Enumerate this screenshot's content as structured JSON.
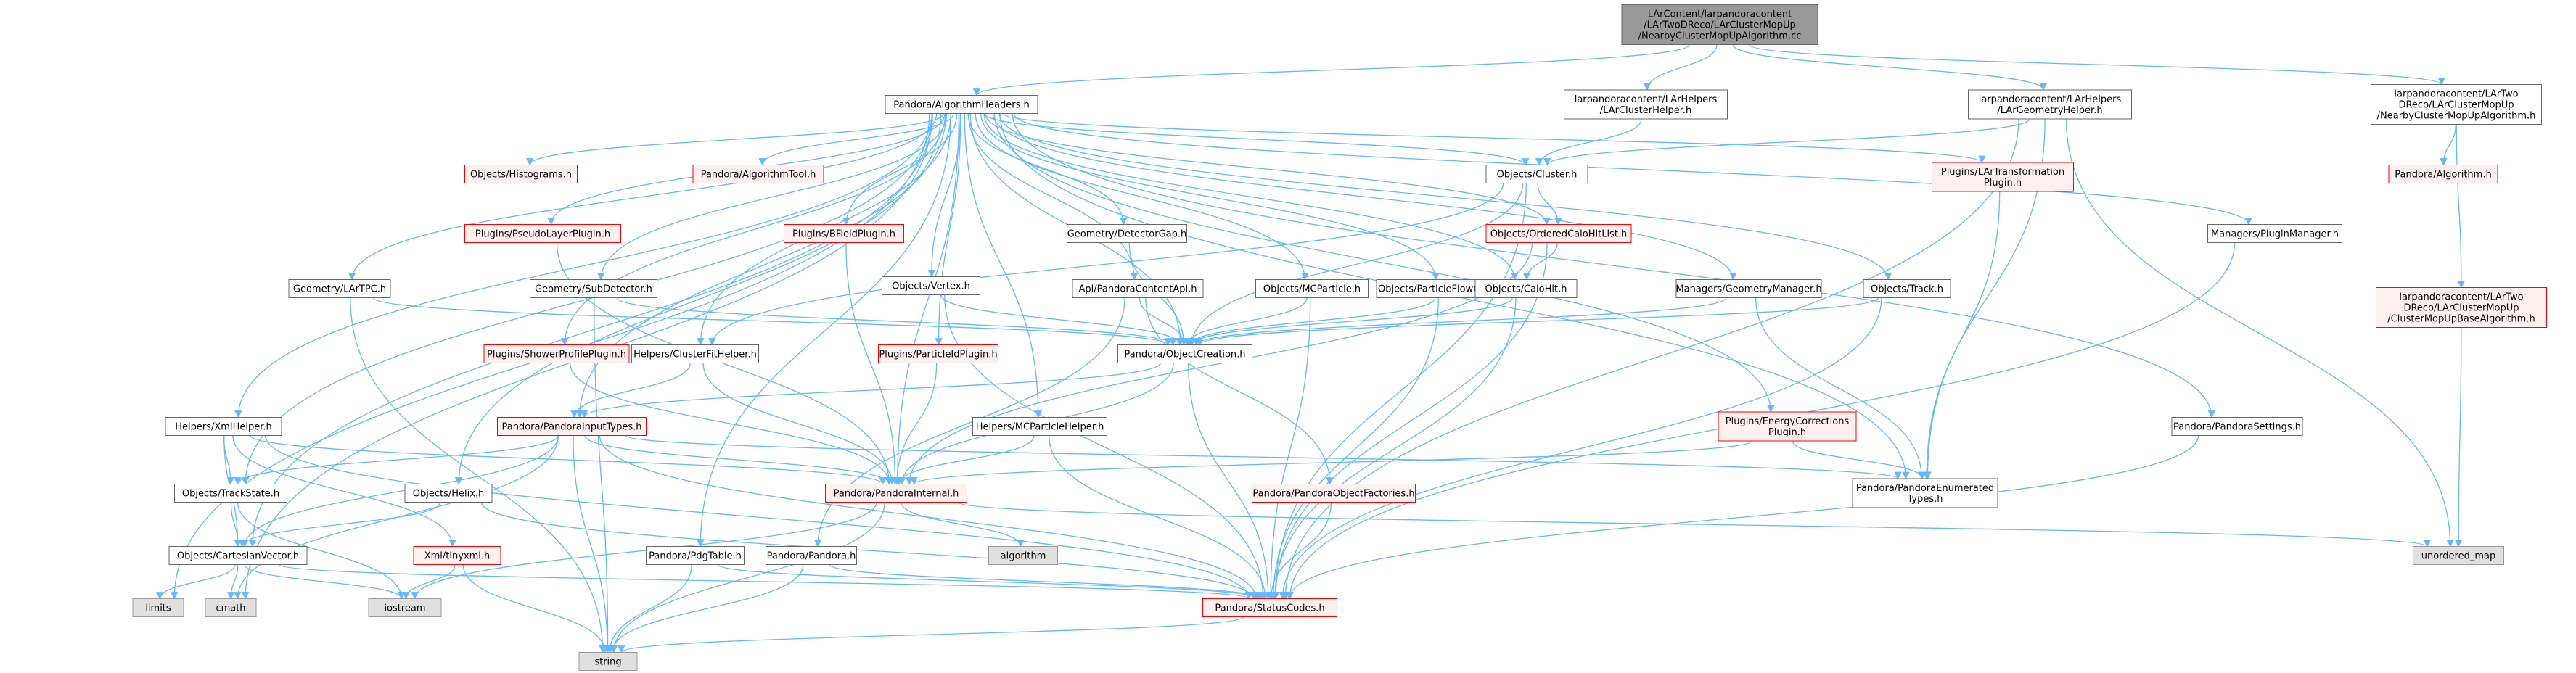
{
  "graph": {
    "colors": {
      "edge": "#63b8ff",
      "root_fill": "#999999",
      "root_border": "#666666",
      "normal_fill": "#ffffff",
      "normal_border": "#666666",
      "red_fill": "#fff0f0",
      "red_border": "#ff0000",
      "system_fill": "#e0e0e0",
      "system_border": "#999999"
    },
    "nodes": [
      {
        "id": "root",
        "style": "root",
        "lines": [
          "LArContent/larpandoracontent",
          "/LArTwoDReco/LArClusterMopUp",
          "/NearbyClusterMopUpAlgorithm.cc"
        ]
      },
      {
        "id": "alg_headers",
        "style": "normal",
        "lines": [
          "Pandora/AlgorithmHeaders.h"
        ]
      },
      {
        "id": "lar_cluster_helper",
        "style": "normal",
        "lines": [
          "larpandoracontent/LArHelpers",
          "/LArClusterHelper.h"
        ]
      },
      {
        "id": "lar_geometry_helper",
        "style": "normal",
        "lines": [
          "larpandoracontent/LArHelpers",
          "/LArGeometryHelper.h"
        ]
      },
      {
        "id": "nearby_alg_h",
        "style": "normal",
        "lines": [
          "larpandoracontent/LArTwo",
          "DReco/LArClusterMopUp",
          "/NearbyClusterMopUpAlgorithm.h"
        ]
      },
      {
        "id": "histograms",
        "style": "red",
        "lines": [
          "Objects/Histograms.h"
        ]
      },
      {
        "id": "algorithm_tool",
        "style": "red",
        "lines": [
          "Pandora/AlgorithmTool.h"
        ]
      },
      {
        "id": "cluster",
        "style": "normal",
        "lines": [
          "Objects/Cluster.h"
        ]
      },
      {
        "id": "lar_transformation",
        "style": "red",
        "lines": [
          "Plugins/LArTransformation",
          "Plugin.h"
        ]
      },
      {
        "id": "pandora_algorithm",
        "style": "red",
        "lines": [
          "Pandora/Algorithm.h"
        ]
      },
      {
        "id": "pseudo_layer",
        "style": "red",
        "lines": [
          "Plugins/PseudoLayerPlugin.h"
        ]
      },
      {
        "id": "bfield",
        "style": "red",
        "lines": [
          "Plugins/BFieldPlugin.h"
        ]
      },
      {
        "id": "detector_gap",
        "style": "normal",
        "lines": [
          "Geometry/DetectorGap.h"
        ]
      },
      {
        "id": "ordered_calo",
        "style": "red",
        "lines": [
          "Objects/OrderedCaloHitList.h"
        ]
      },
      {
        "id": "plugin_manager",
        "style": "normal",
        "lines": [
          "Managers/PluginManager.h"
        ]
      },
      {
        "id": "lartpc",
        "style": "normal",
        "lines": [
          "Geometry/LArTPC.h"
        ]
      },
      {
        "id": "sub_detector",
        "style": "normal",
        "lines": [
          "Geometry/SubDetector.h"
        ]
      },
      {
        "id": "vertex",
        "style": "normal",
        "lines": [
          "Objects/Vertex.h"
        ]
      },
      {
        "id": "content_api",
        "style": "normal",
        "lines": [
          "Api/PandoraContentApi.h"
        ]
      },
      {
        "id": "mc_particle",
        "style": "normal",
        "lines": [
          "Objects/MCParticle.h"
        ]
      },
      {
        "id": "pfo",
        "style": "normal",
        "lines": [
          "Objects/ParticleFlowObject.h"
        ]
      },
      {
        "id": "calo_hit",
        "style": "normal",
        "lines": [
          "Objects/CaloHit.h"
        ]
      },
      {
        "id": "geometry_manager",
        "style": "normal",
        "lines": [
          "Managers/GeometryManager.h"
        ]
      },
      {
        "id": "track",
        "style": "normal",
        "lines": [
          "Objects/Track.h"
        ]
      },
      {
        "id": "base_alg_h",
        "style": "red",
        "lines": [
          "larpandoracontent/LArTwo",
          "DReco/LArClusterMopUp",
          "/ClusterMopUpBaseAlgorithm.h"
        ]
      },
      {
        "id": "shower_profile",
        "style": "red",
        "lines": [
          "Plugins/ShowerProfilePlugin.h"
        ]
      },
      {
        "id": "cluster_fit_helper",
        "style": "normal",
        "lines": [
          "Helpers/ClusterFitHelper.h"
        ]
      },
      {
        "id": "particle_id",
        "style": "red",
        "lines": [
          "Plugins/ParticleIdPlugin.h"
        ]
      },
      {
        "id": "object_creation",
        "style": "normal",
        "lines": [
          "Pandora/ObjectCreation.h"
        ]
      },
      {
        "id": "xml_helper",
        "style": "normal",
        "lines": [
          "Helpers/XmlHelper.h"
        ]
      },
      {
        "id": "input_types",
        "style": "red",
        "lines": [
          "Pandora/PandoraInputTypes.h"
        ]
      },
      {
        "id": "mcparticle_helper",
        "style": "normal",
        "lines": [
          "Helpers/MCParticleHelper.h"
        ]
      },
      {
        "id": "energy_corrections",
        "style": "red",
        "lines": [
          "Plugins/EnergyCorrections",
          "Plugin.h"
        ]
      },
      {
        "id": "pandora_settings",
        "style": "normal",
        "lines": [
          "Pandora/PandoraSettings.h"
        ]
      },
      {
        "id": "track_state",
        "style": "normal",
        "lines": [
          "Objects/TrackState.h"
        ]
      },
      {
        "id": "helix",
        "style": "normal",
        "lines": [
          "Objects/Helix.h"
        ]
      },
      {
        "id": "pandora_internal",
        "style": "red",
        "lines": [
          "Pandora/PandoraInternal.h"
        ]
      },
      {
        "id": "object_factories",
        "style": "red",
        "lines": [
          "Pandora/PandoraObjectFactories.h"
        ]
      },
      {
        "id": "enumerated_types",
        "style": "normal",
        "lines": [
          "Pandora/PandoraEnumerated",
          "Types.h"
        ]
      },
      {
        "id": "algorithm_std",
        "style": "system",
        "lines": [
          "algorithm"
        ]
      },
      {
        "id": "unordered_map",
        "style": "system",
        "lines": [
          "unordered_map"
        ]
      },
      {
        "id": "cartesian_vector",
        "style": "normal",
        "lines": [
          "Objects/CartesianVector.h"
        ]
      },
      {
        "id": "xml_tinyxml",
        "style": "red",
        "lines": [
          "Xml/tinyxml.h"
        ]
      },
      {
        "id": "pdg_table",
        "style": "normal",
        "lines": [
          "Pandora/PdgTable.h"
        ]
      },
      {
        "id": "pandora_h",
        "style": "normal",
        "lines": [
          "Pandora/Pandora.h"
        ]
      },
      {
        "id": "limits",
        "style": "system",
        "lines": [
          "limits"
        ]
      },
      {
        "id": "cmath",
        "style": "system",
        "lines": [
          "cmath"
        ]
      },
      {
        "id": "iostream",
        "style": "system",
        "lines": [
          "iostream"
        ]
      },
      {
        "id": "status_codes",
        "style": "red",
        "lines": [
          "Pandora/StatusCodes.h"
        ]
      },
      {
        "id": "string",
        "style": "system",
        "lines": [
          "string"
        ]
      }
    ],
    "edges": [
      [
        "root",
        "alg_headers"
      ],
      [
        "root",
        "lar_cluster_helper"
      ],
      [
        "root",
        "lar_geometry_helper"
      ],
      [
        "root",
        "nearby_alg_h"
      ],
      [
        "alg_headers",
        "histograms"
      ],
      [
        "alg_headers",
        "algorithm_tool"
      ],
      [
        "alg_headers",
        "cluster"
      ],
      [
        "alg_headers",
        "lar_transformation"
      ],
      [
        "alg_headers",
        "pseudo_layer"
      ],
      [
        "alg_headers",
        "bfield"
      ],
      [
        "alg_headers",
        "detector_gap"
      ],
      [
        "alg_headers",
        "ordered_calo"
      ],
      [
        "alg_headers",
        "plugin_manager"
      ],
      [
        "alg_headers",
        "lartpc"
      ],
      [
        "alg_headers",
        "sub_detector"
      ],
      [
        "alg_headers",
        "vertex"
      ],
      [
        "alg_headers",
        "content_api"
      ],
      [
        "alg_headers",
        "mc_particle"
      ],
      [
        "alg_headers",
        "pfo"
      ],
      [
        "alg_headers",
        "calo_hit"
      ],
      [
        "alg_headers",
        "geometry_manager"
      ],
      [
        "alg_headers",
        "track"
      ],
      [
        "alg_headers",
        "shower_profile"
      ],
      [
        "alg_headers",
        "cluster_fit_helper"
      ],
      [
        "alg_headers",
        "particle_id"
      ],
      [
        "alg_headers",
        "xml_helper"
      ],
      [
        "alg_headers",
        "input_types"
      ],
      [
        "alg_headers",
        "mcparticle_helper"
      ],
      [
        "alg_headers",
        "energy_corrections"
      ],
      [
        "alg_headers",
        "pandora_settings"
      ],
      [
        "alg_headers",
        "track_state"
      ],
      [
        "alg_headers",
        "helix"
      ],
      [
        "alg_headers",
        "pandora_internal"
      ],
      [
        "alg_headers",
        "enumerated_types"
      ],
      [
        "alg_headers",
        "cartesian_vector"
      ],
      [
        "alg_headers",
        "limits"
      ],
      [
        "alg_headers",
        "cmath"
      ],
      [
        "alg_headers",
        "pdg_table"
      ],
      [
        "alg_headers",
        "object_creation"
      ],
      [
        "lar_cluster_helper",
        "cluster"
      ],
      [
        "lar_geometry_helper",
        "cluster"
      ],
      [
        "lar_geometry_helper",
        "enumerated_types"
      ],
      [
        "lar_geometry_helper",
        "status_codes"
      ],
      [
        "lar_geometry_helper",
        "unordered_map"
      ],
      [
        "nearby_alg_h",
        "pandora_algorithm"
      ],
      [
        "nearby_alg_h",
        "base_alg_h"
      ],
      [
        "base_alg_h",
        "unordered_map"
      ],
      [
        "cluster",
        "ordered_calo"
      ],
      [
        "cluster",
        "object_creation"
      ],
      [
        "cluster",
        "cluster_fit_helper"
      ],
      [
        "cluster",
        "status_codes"
      ],
      [
        "lar_transformation",
        "enumerated_types"
      ],
      [
        "pseudo_layer",
        "pandora_internal"
      ],
      [
        "bfield",
        "pandora_internal"
      ],
      [
        "detector_gap",
        "object_creation"
      ],
      [
        "ordered_calo",
        "calo_hit"
      ],
      [
        "ordered_calo",
        "pandora_internal"
      ],
      [
        "ordered_calo",
        "status_codes"
      ],
      [
        "plugin_manager",
        "status_codes"
      ],
      [
        "lartpc",
        "object_creation"
      ],
      [
        "lartpc",
        "string"
      ],
      [
        "sub_detector",
        "object_creation"
      ],
      [
        "sub_detector",
        "string"
      ],
      [
        "vertex",
        "object_creation"
      ],
      [
        "vertex",
        "status_codes"
      ],
      [
        "content_api",
        "object_creation"
      ],
      [
        "content_api",
        "object_factories"
      ],
      [
        "content_api",
        "pandora_h"
      ],
      [
        "mc_particle",
        "object_creation"
      ],
      [
        "mc_particle",
        "status_codes"
      ],
      [
        "pfo",
        "object_creation"
      ],
      [
        "pfo",
        "status_codes"
      ],
      [
        "calo_hit",
        "object_creation"
      ],
      [
        "calo_hit",
        "status_codes"
      ],
      [
        "geometry_manager",
        "object_creation"
      ],
      [
        "geometry_manager",
        "enumerated_types"
      ],
      [
        "track",
        "object_creation"
      ],
      [
        "track",
        "status_codes"
      ],
      [
        "shower_profile",
        "pandora_internal"
      ],
      [
        "cluster_fit_helper",
        "input_types"
      ],
      [
        "cluster_fit_helper",
        "pandora_internal"
      ],
      [
        "particle_id",
        "pandora_internal"
      ],
      [
        "object_creation",
        "input_types"
      ],
      [
        "object_creation",
        "pandora_internal"
      ],
      [
        "object_creation",
        "status_codes"
      ],
      [
        "xml_helper",
        "track_state"
      ],
      [
        "xml_helper",
        "cartesian_vector"
      ],
      [
        "xml_helper",
        "xml_tinyxml"
      ],
      [
        "xml_helper",
        "pandora_internal"
      ],
      [
        "xml_helper",
        "status_codes"
      ],
      [
        "input_types",
        "track_state"
      ],
      [
        "input_types",
        "cartesian_vector"
      ],
      [
        "input_types",
        "pandora_internal"
      ],
      [
        "input_types",
        "enumerated_types"
      ],
      [
        "input_types",
        "string"
      ],
      [
        "input_types",
        "status_codes"
      ],
      [
        "input_types",
        "cmath"
      ],
      [
        "mcparticle_helper",
        "pandora_internal"
      ],
      [
        "mcparticle_helper",
        "status_codes"
      ],
      [
        "energy_corrections",
        "pandora_internal"
      ],
      [
        "energy_corrections",
        "enumerated_types"
      ],
      [
        "pandora_settings",
        "status_codes"
      ],
      [
        "track_state",
        "cartesian_vector"
      ],
      [
        "track_state",
        "iostream"
      ],
      [
        "helix",
        "cartesian_vector"
      ],
      [
        "helix",
        "status_codes"
      ],
      [
        "pandora_internal",
        "algorithm_std"
      ],
      [
        "pandora_internal",
        "unordered_map"
      ],
      [
        "pandora_internal",
        "iostream"
      ],
      [
        "pandora_internal",
        "string"
      ],
      [
        "object_factories",
        "status_codes"
      ],
      [
        "cartesian_vector",
        "limits"
      ],
      [
        "cartesian_vector",
        "cmath"
      ],
      [
        "cartesian_vector",
        "iostream"
      ],
      [
        "cartesian_vector",
        "status_codes"
      ],
      [
        "xml_tinyxml",
        "iostream"
      ],
      [
        "xml_tinyxml",
        "string"
      ],
      [
        "pdg_table",
        "string"
      ],
      [
        "pdg_table",
        "status_codes"
      ],
      [
        "pandora_h",
        "string"
      ],
      [
        "pandora_h",
        "status_codes"
      ],
      [
        "status_codes",
        "string"
      ]
    ]
  }
}
